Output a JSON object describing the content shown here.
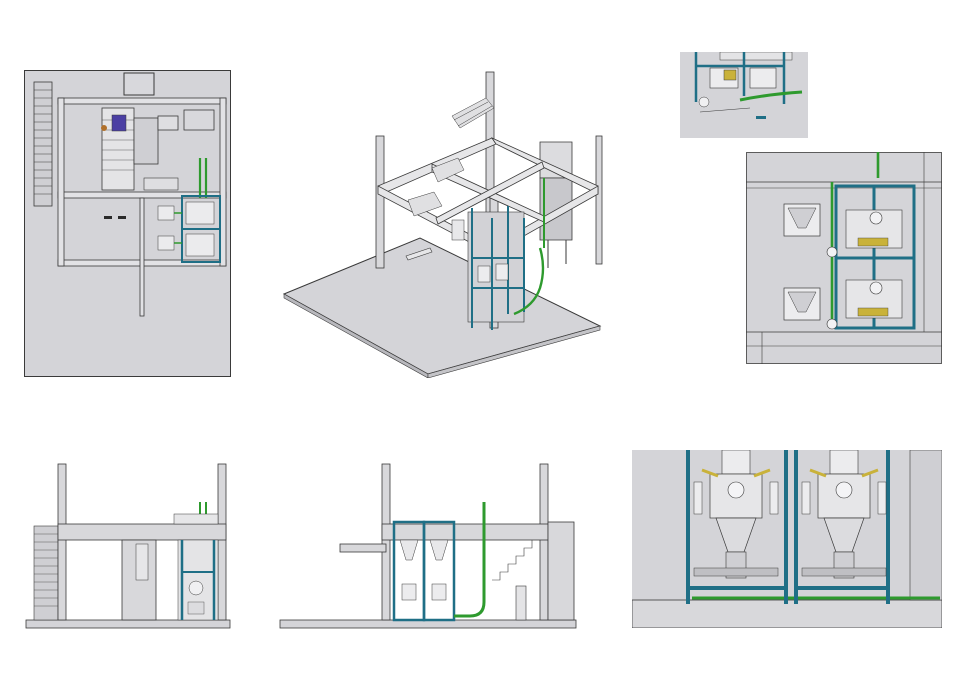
{
  "sheet": {
    "views": [
      {
        "id": "plan",
        "kind": "top-view"
      },
      {
        "id": "iso",
        "kind": "isometric-view"
      },
      {
        "id": "detail-top",
        "kind": "detail-view"
      },
      {
        "id": "detail-plan",
        "kind": "detail-view"
      },
      {
        "id": "elev-side",
        "kind": "side-elevation"
      },
      {
        "id": "elev-front",
        "kind": "front-elevation"
      },
      {
        "id": "detail-front",
        "kind": "detail-view"
      }
    ]
  },
  "colors": {
    "sheet_background": "#ffffff",
    "floor_gray": "#d4d4d8",
    "outline": "#3a3a3a",
    "steel_frame_blue": "#1f6f86",
    "pipe_green": "#2e9a2e",
    "equipment_light": "#eaeaea",
    "accent_yellow": "#c9b23a",
    "accent_purple": "#4b3fa3"
  }
}
